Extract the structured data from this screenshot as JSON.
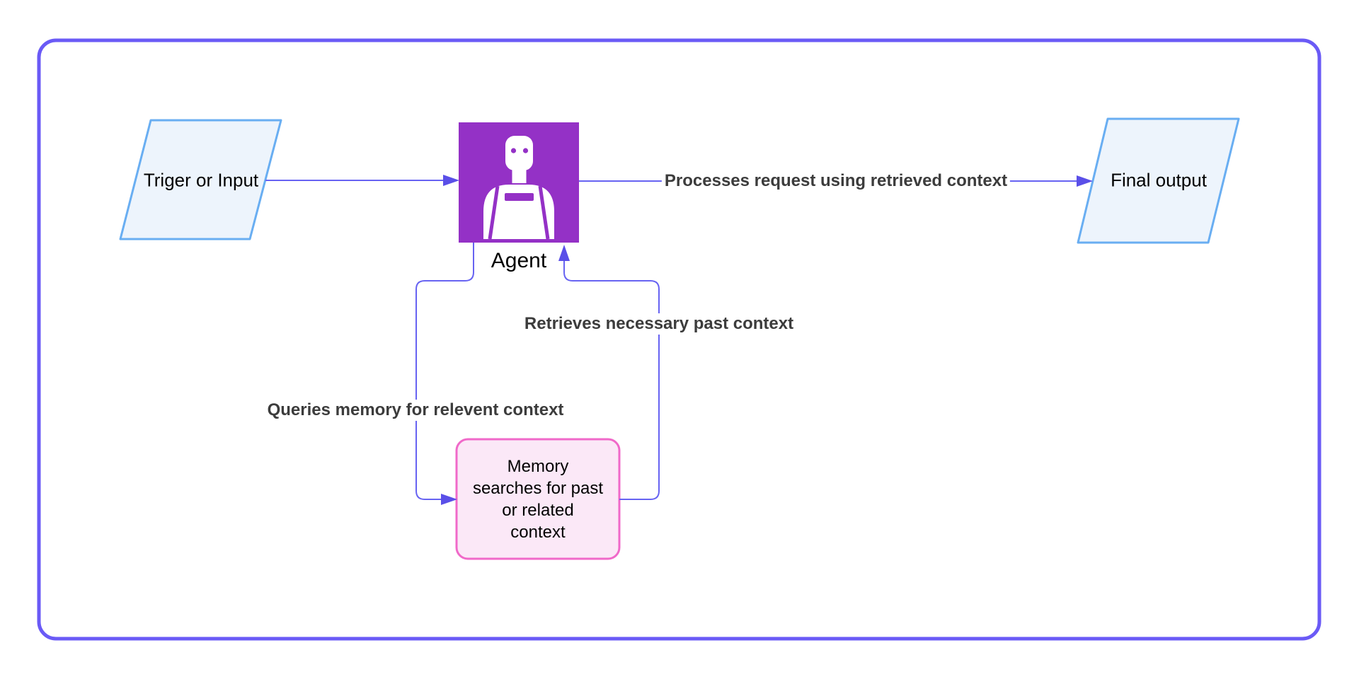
{
  "frame": {
    "border_color": "#6A5AF6"
  },
  "nodes": {
    "trigger": {
      "label": "Triger or Input",
      "shape": "parallelogram",
      "fill": "#EDF4FC",
      "border": "#69AEF2"
    },
    "agent": {
      "label": "Agent",
      "shape": "square",
      "fill": "#9431C6",
      "icon": "robot-icon",
      "icon_color": "#FFFFFF"
    },
    "memory": {
      "label": "Memory\nsearches for past\nor related\ncontext",
      "shape": "rounded-rectangle",
      "fill": "#FBE8F7",
      "border": "#F069C9"
    },
    "final_output": {
      "label": "Final output",
      "shape": "parallelogram",
      "fill": "#EDF4FC",
      "border": "#69AEF2"
    }
  },
  "edges": {
    "line_color": "#6763F2",
    "arrow_color": "#5A4FE8",
    "trigger_to_agent": {
      "label": ""
    },
    "agent_to_final": {
      "label": "Processes request using retrieved context"
    },
    "agent_to_memory": {
      "label": "Queries memory for relevent context"
    },
    "memory_to_agent": {
      "label": "Retrieves necessary past context"
    }
  }
}
